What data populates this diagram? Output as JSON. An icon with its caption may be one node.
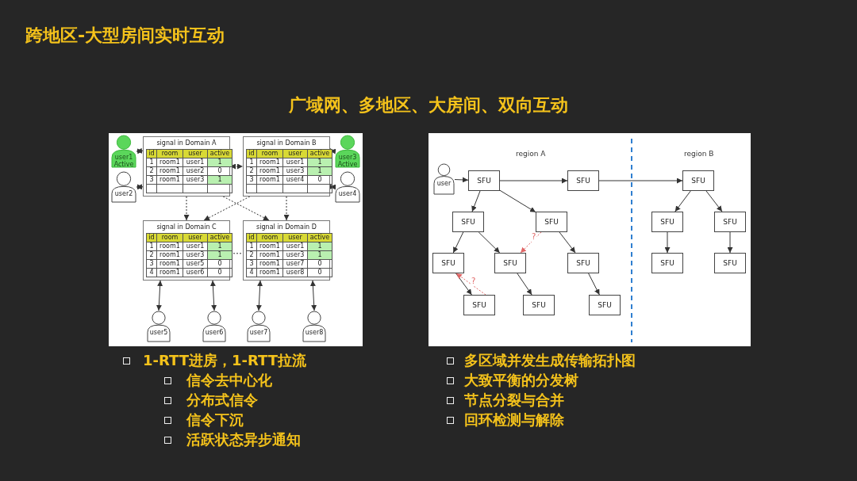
{
  "diagram": {
    "title": "跨地区-大型房间实时互动",
    "nodes": [
      {
        "text": [
          "signal in Domain A",
          "id",
          "room",
          "user",
          "active",
          "1",
          "room1",
          "user1",
          "1",
          "2",
          "room1",
          "user2",
          "0",
          "3",
          "room1",
          "user3",
          "1"
        ]
      },
      {
        "text": [
          "signal in Domain B",
          "id",
          "room",
          "user",
          "active",
          "1",
          "room1",
          "user1",
          "1",
          "2",
          "room1",
          "user3",
          "1",
          "3",
          "room1",
          "user4",
          "0"
        ]
      },
      {
        "text": [
          "signal in Domain C",
          "id",
          "room",
          "user",
          "active",
          "1",
          "room1",
          "user1",
          "1",
          "2",
          "room1",
          "user3",
          "1",
          "3",
          "room1",
          "user5",
          "0",
          "4",
          "room1",
          "user6",
          "0"
        ]
      },
      {
        "text": [
          "signal in Domain D",
          "id",
          "room",
          "user",
          "active",
          "1",
          "room1",
          "user1",
          "1",
          "2",
          "room1",
          "user3",
          "1",
          "3",
          "room1",
          "user7",
          "0",
          "4",
          "room1",
          "user8",
          "0"
        ]
      },
      {
        "text": [
          "user1 Active"
        ]
      },
      {
        "text": [
          "user2"
        ]
      },
      {
        "text": [
          "user3 Active"
        ]
      },
      {
        "text": [
          "user4"
        ]
      },
      {
        "text": [
          "user5"
        ]
      },
      {
        "text": [
          "user6"
        ]
      },
      {
        "text": [
          "user7"
        ]
      },
      {
        "text": [
          "user8"
        ]
      },
      {
        "text": [
          "user"
        ]
      },
      {
        "text": [
          "SFU"
        ]
      },
      {
        "text": [
          "SFU"
        ]
      },
      {
        "text": [
          "SFU"
        ]
      },
      {
        "text": [
          "SFU"
        ]
      },
      {
        "text": [
          "SFU"
        ]
      },
      {
        "text": [
          "SFU"
        ]
      },
      {
        "text": [
          "SFU"
        ]
      },
      {
        "text": [
          "SFU"
        ]
      },
      {
        "text": [
          "SFU"
        ]
      },
      {
        "text": [
          "SFU"
        ]
      },
      {
        "text": [
          "SFU"
        ]
      },
      {
        "text": [
          "SFU"
        ]
      },
      {
        "text": [
          "SFU"
        ]
      },
      {
        "text": [
          "SFU"
        ]
      },
      {
        "text": [
          "SFU"
        ]
      }
    ],
    "edges": [
      {
        "from": 4,
        "to": 0,
        "arrow": "both"
      },
      {
        "from": 5,
        "to": 0,
        "arrow": "both"
      },
      {
        "from": 6,
        "to": 1,
        "arrow": "both"
      },
      {
        "from": 7,
        "to": 1,
        "arrow": "both"
      },
      {
        "from": 0,
        "to": 1,
        "arrow": "both",
        "style": "dashed"
      },
      {
        "from": 0,
        "to": 2,
        "arrow": "to",
        "style": "dashed"
      },
      {
        "from": 0,
        "to": 3,
        "arrow": "to",
        "style": "dashed"
      },
      {
        "from": 1,
        "to": 2,
        "arrow": "to",
        "style": "dashed"
      },
      {
        "from": 1,
        "to": 3,
        "arrow": "to",
        "style": "dashed"
      },
      {
        "from": 2,
        "to": 3,
        "arrow": "none",
        "style": "dashed"
      },
      {
        "from": 8,
        "to": 2,
        "arrow": "both"
      },
      {
        "from": 9,
        "to": 2,
        "arrow": "both"
      },
      {
        "from": 10,
        "to": 3,
        "arrow": "both"
      },
      {
        "from": 11,
        "to": 3,
        "arrow": "both"
      },
      {
        "from": 12,
        "to": 13,
        "arrow": "to"
      },
      {
        "from": 13,
        "to": 14,
        "arrow": "to"
      },
      {
        "from": 14,
        "to": 15,
        "arrow": "to"
      },
      {
        "from": 13,
        "to": 16,
        "arrow": "to"
      },
      {
        "from": 13,
        "to": 17,
        "arrow": "to"
      },
      {
        "from": 16,
        "to": 20,
        "arrow": "to"
      },
      {
        "from": 16,
        "to": 21,
        "arrow": "to"
      },
      {
        "from": 17,
        "to": 22,
        "arrow": "to"
      },
      {
        "from": 17,
        "to": 21,
        "arrow": "to",
        "label": "?",
        "style": "dashed",
        "color": "#e06666"
      },
      {
        "from": 20,
        "to": 25,
        "arrow": "to"
      },
      {
        "from": 25,
        "to": 20,
        "arrow": "to",
        "label": "?",
        "style": "dashed",
        "color": "#e06666"
      },
      {
        "from": 21,
        "to": 26,
        "arrow": "to"
      },
      {
        "from": 22,
        "to": 27,
        "arrow": "to"
      },
      {
        "from": 15,
        "to": 18,
        "arrow": "to"
      },
      {
        "from": 15,
        "to": 19,
        "arrow": "to"
      },
      {
        "from": 18,
        "to": 23,
        "arrow": "to"
      },
      {
        "from": 19,
        "to": 24,
        "arrow": "to"
      }
    ],
    "labels": [
      "广域网、多地区、大房间、双向互动",
      "region A",
      "region B",
      "1-RTT进房，1-RTT拉流",
      "信令去中心化",
      "分布式信令",
      "信令下沉",
      "活跃状态异步通知",
      "多区域并发生成传输拓扑图",
      "大致平衡的分发树",
      "节点分裂与合并",
      "回环检测与解除"
    ]
  }
}
